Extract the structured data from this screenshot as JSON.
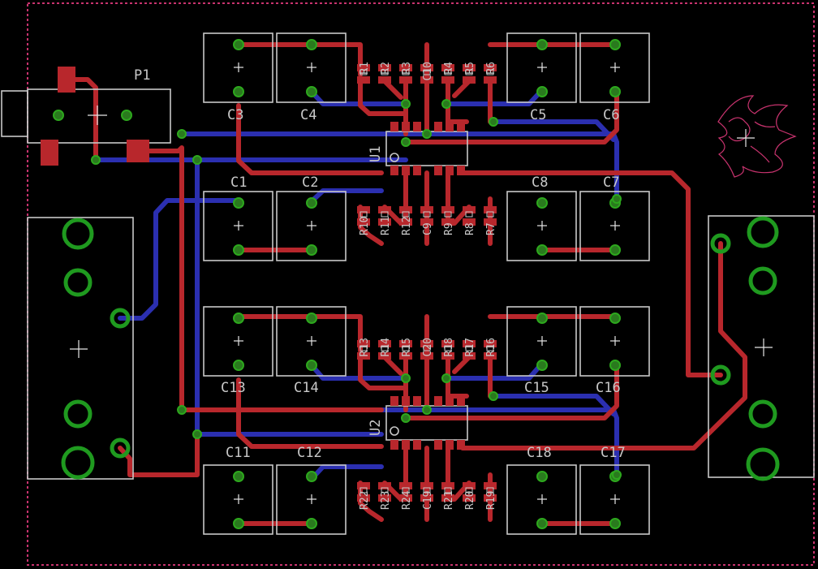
{
  "board": {
    "title": "PCB layout",
    "connector": "P1",
    "ic_labels": [
      "U1",
      "U2"
    ],
    "upper_caps": [
      "C3",
      "C4",
      "C5",
      "C6",
      "C1",
      "C2",
      "C8",
      "C7"
    ],
    "lower_caps": [
      "C13",
      "C14",
      "C15",
      "C16",
      "C11",
      "C12",
      "C18",
      "C17"
    ],
    "upper_top_parts": [
      "R1",
      "R2",
      "R3",
      "C10",
      "R4",
      "R5",
      "R6"
    ],
    "upper_bottom_parts": [
      "R10",
      "R11",
      "R12",
      "C9",
      "R9",
      "R8",
      "R7"
    ],
    "lower_top_parts": [
      "R13",
      "R14",
      "R15",
      "C20",
      "R18",
      "R17",
      "R16"
    ],
    "lower_bottom_parts": [
      "R22",
      "R23",
      "R24",
      "C19",
      "R21",
      "R20",
      "R19"
    ]
  },
  "colors": {
    "background": "#000000",
    "top_copper": "#b8272c",
    "bottom_copper": "#2b2fb0",
    "via": "#2da81d",
    "silkscreen": "#c8c8c8",
    "dimension": "#c8336e",
    "logo": "#c8336e"
  },
  "icons": [
    "origin-cross-icon",
    "phoenix-logo-icon"
  ]
}
